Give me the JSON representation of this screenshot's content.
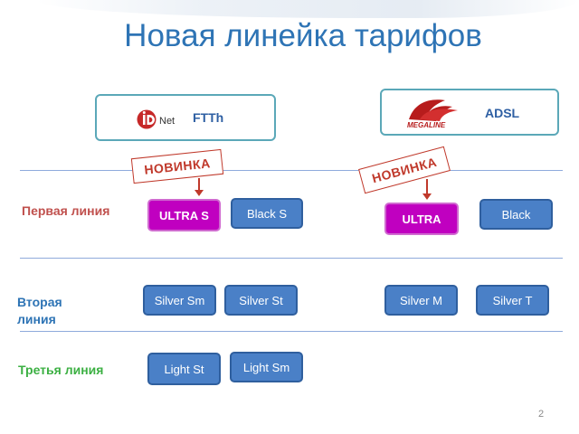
{
  "title": "Новая линейка тарифов",
  "providers": {
    "ftth": {
      "label": "FTTh",
      "logo_text": "Net",
      "logo_mark": "iD"
    },
    "adsl": {
      "label": "ADSL",
      "logo_text": "MEGALINE"
    }
  },
  "badges": {
    "ftth": "НОВИНКА",
    "adsl": "НОВИНКА"
  },
  "rows": {
    "first": "Первая линия",
    "second": "Вторая линия",
    "third": "Третья линия"
  },
  "tariffs": {
    "ultra_s": "ULTRA S",
    "black_s": "Black S",
    "ultra": "ULTRA",
    "black": "Black",
    "silver_sm": "Silver Sm",
    "silver_st": "Silver St",
    "silver_m": "Silver M",
    "silver_t": "Silver T",
    "light_st": "Light St",
    "light_sm": "Light Sm"
  },
  "colors": {
    "title": "#2e74b5",
    "new_tariff": "#c000c0",
    "tariff": "#4a80c7",
    "badge": "#c0392b"
  },
  "page_number": "2"
}
